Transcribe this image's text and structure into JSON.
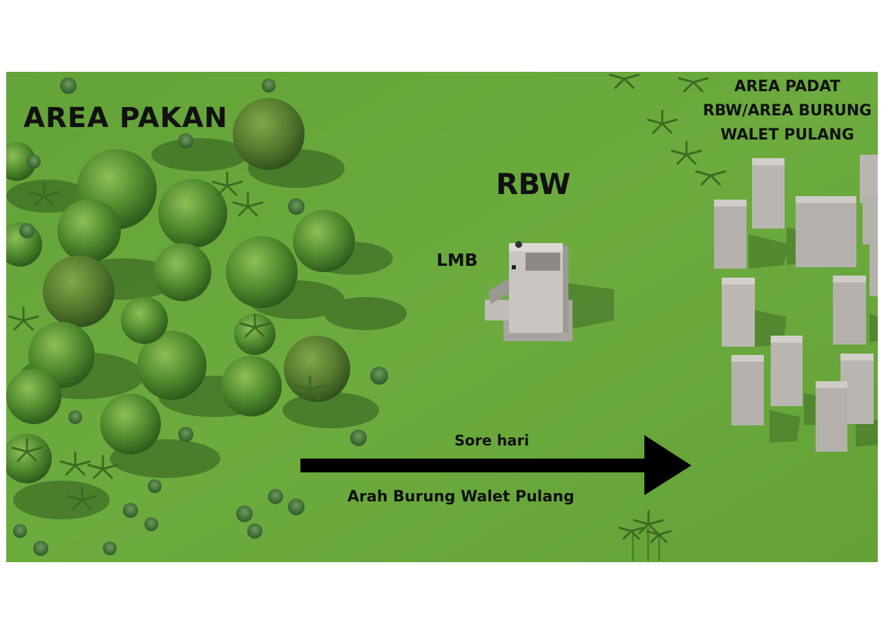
{
  "labels": {
    "feeding_area": "AREA PAKAN",
    "rbw": "RBW",
    "lmb": "LMB",
    "dense_area_lines": [
      "AREA PADAT",
      "RBW/AREA BURUNG",
      "WALET PULANG"
    ],
    "arrow_top": "Sore hari",
    "arrow_bottom": "Arah Burung Walet Pulang"
  },
  "colors": {
    "grass": "#6aaa3c",
    "arrow": "#000000",
    "building": "#b9b6b2"
  }
}
